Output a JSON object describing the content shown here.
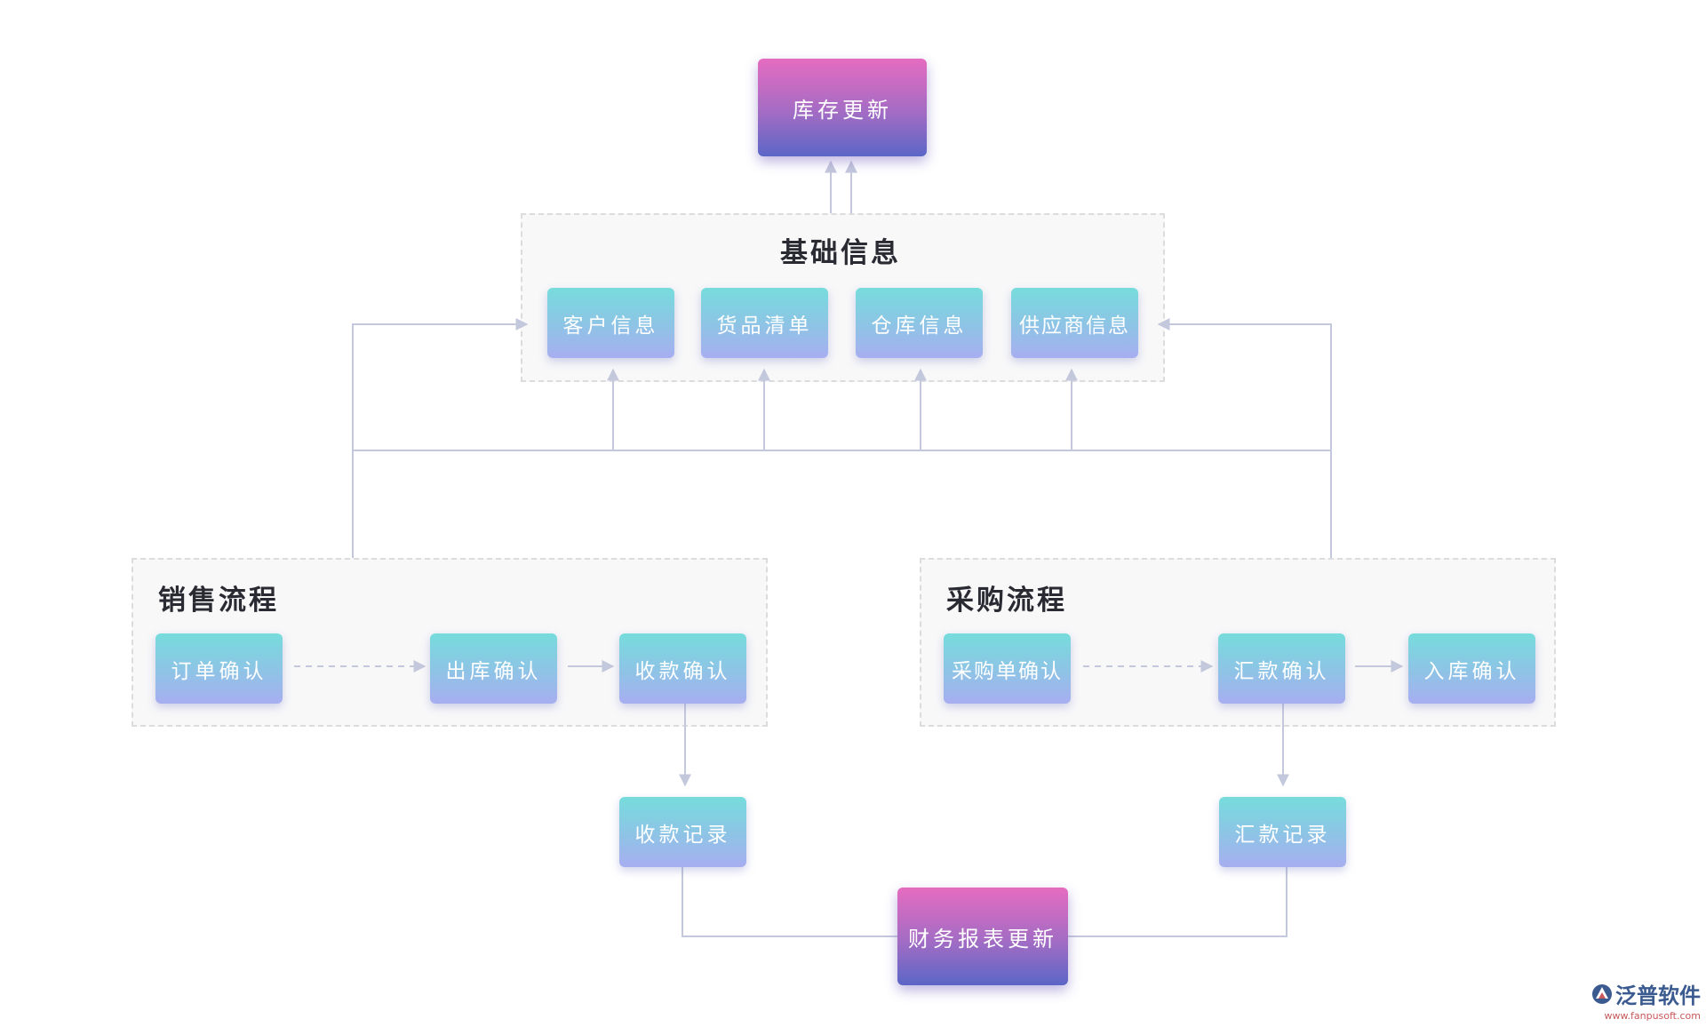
{
  "colors": {
    "node_teal_top": "#76dcdc",
    "node_teal_bottom": "#a7aef0",
    "node_pink_top": "#e56cc0",
    "node_pink_bottom": "#5b66c6",
    "connector": "#c4c8dc",
    "group_border": "#dcdcdc",
    "group_fill": "#f8f8f9",
    "title_text": "#2a2a33"
  },
  "nodes": {
    "inventory_update": "库存更新",
    "finance_report_update": "财务报表更新"
  },
  "basic_info": {
    "title": "基础信息",
    "items": [
      "客户信息",
      "货品清单",
      "仓库信息",
      "供应商信息"
    ]
  },
  "sales": {
    "title": "销售流程",
    "steps": [
      "订单确认",
      "出库确认",
      "收款确认"
    ],
    "record": "收款记录"
  },
  "purchase": {
    "title": "采购流程",
    "steps": [
      "采购单确认",
      "汇款确认",
      "入库确认"
    ],
    "record": "汇款记录"
  },
  "watermark": {
    "brand": "泛普软件",
    "url": "www.fanpusoft.com",
    "icon": "fanpu-logo-icon"
  }
}
